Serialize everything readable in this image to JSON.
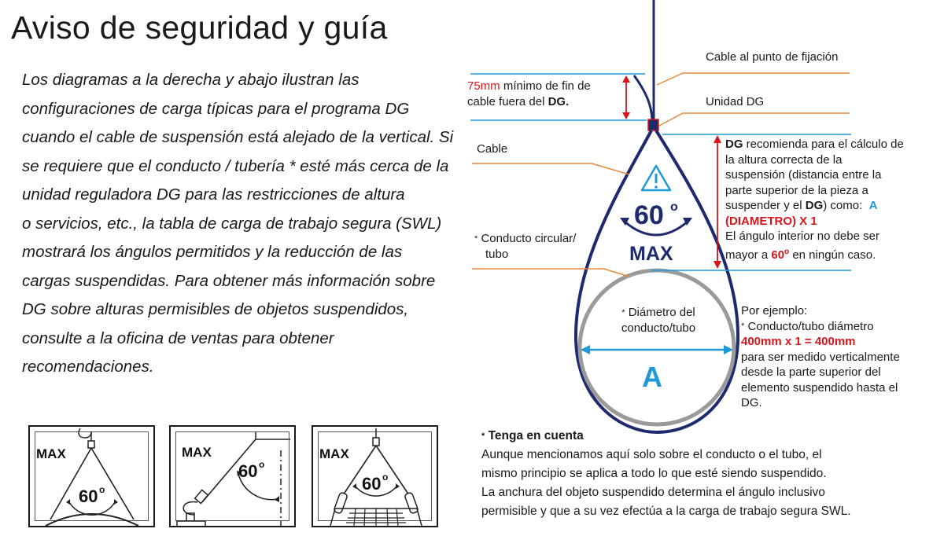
{
  "title": "Aviso de seguridad y guía",
  "intro": {
    "para1": "Los diagramas a la derecha y abajo ilustran las configuraciones de carga típicas para el programa DG cuando el cable de suspensión está alejado de la vertical. Si se requiere que el conducto / tubería * esté más cerca de la unidad reguladora DG para las restricciones de altura",
    "para2": "o servicios, etc., la tabla de carga de trabajo segura (SWL) mostrará los ángulos permitidos y la reducción de las cargas suspendidas. Para obtener más información sobre DG sobre alturas permisibles de objetos suspendidos, consulte a la oficina de ventas para obtener recomendaciones."
  },
  "thumbs": [
    {
      "max": "MAX",
      "angle": "60",
      "deg": "o"
    },
    {
      "max": "MAX",
      "angle": "60",
      "deg": "o"
    },
    {
      "max": "MAX",
      "angle": "60",
      "deg": "o"
    }
  ],
  "diagram": {
    "cable_fixing": "Cable al punto de fijación",
    "dg_unit": "Unidad DG",
    "tail_red": "75mm",
    "tail_line1": "mínimo de fin de",
    "tail_line2": "cable fuera del",
    "tail_dg": "DG.",
    "cable": "Cable",
    "star": "*",
    "conduit_line1": "Conducto circular/",
    "conduit_line2": "tubo",
    "big_angle": "60",
    "big_deg": "o",
    "big_max": "MAX",
    "diam_line1": "Diámetro del",
    "diam_line2": "conducto/tubo",
    "diam_letter": "A",
    "rec": {
      "dg": "DG",
      "line1": "recomienda para el cálculo de",
      "line2": "la altura correcta de la",
      "line3": "suspensión (distancia entre la",
      "line4": "parte superior de la pieza a",
      "line5a": "suspender y el",
      "line5b": "DG",
      "line5c": ") como:",
      "line5d": "A",
      "line6": "(DIAMETRO) X 1",
      "line7": "El ángulo interior no debe ser",
      "line8a": "mayor a",
      "line8b": "60",
      "line8c": "o",
      "line8d": "en ningún caso."
    },
    "example": {
      "line1": "Por ejemplo:",
      "line2": "Conducto/tubo diámetro",
      "line3": "400mm x 1 = 400mm",
      "line4": "para ser medido verticalmente",
      "line5": "desde la parte superior del",
      "line6": "elemento suspendido hasta el",
      "line7": "DG."
    }
  },
  "note": {
    "head": "Tenga en cuenta",
    "line1": "Aunque mencionamos aquí solo sobre el conducto o el tubo, el",
    "line2": "mismo principio se aplica a todo lo que esté siendo suspendido.",
    "line3": "La anchura del objeto suspendido determina el ángulo inclusivo",
    "line4": "permisible y que a su vez efectúa a la carga de trabajo segura SWL."
  },
  "colors": {
    "navy": "#1e2a6e",
    "orange": "#e8883a",
    "blue": "#1f9ad6",
    "red": "#d9161c",
    "grey": "#9a9a9a"
  }
}
